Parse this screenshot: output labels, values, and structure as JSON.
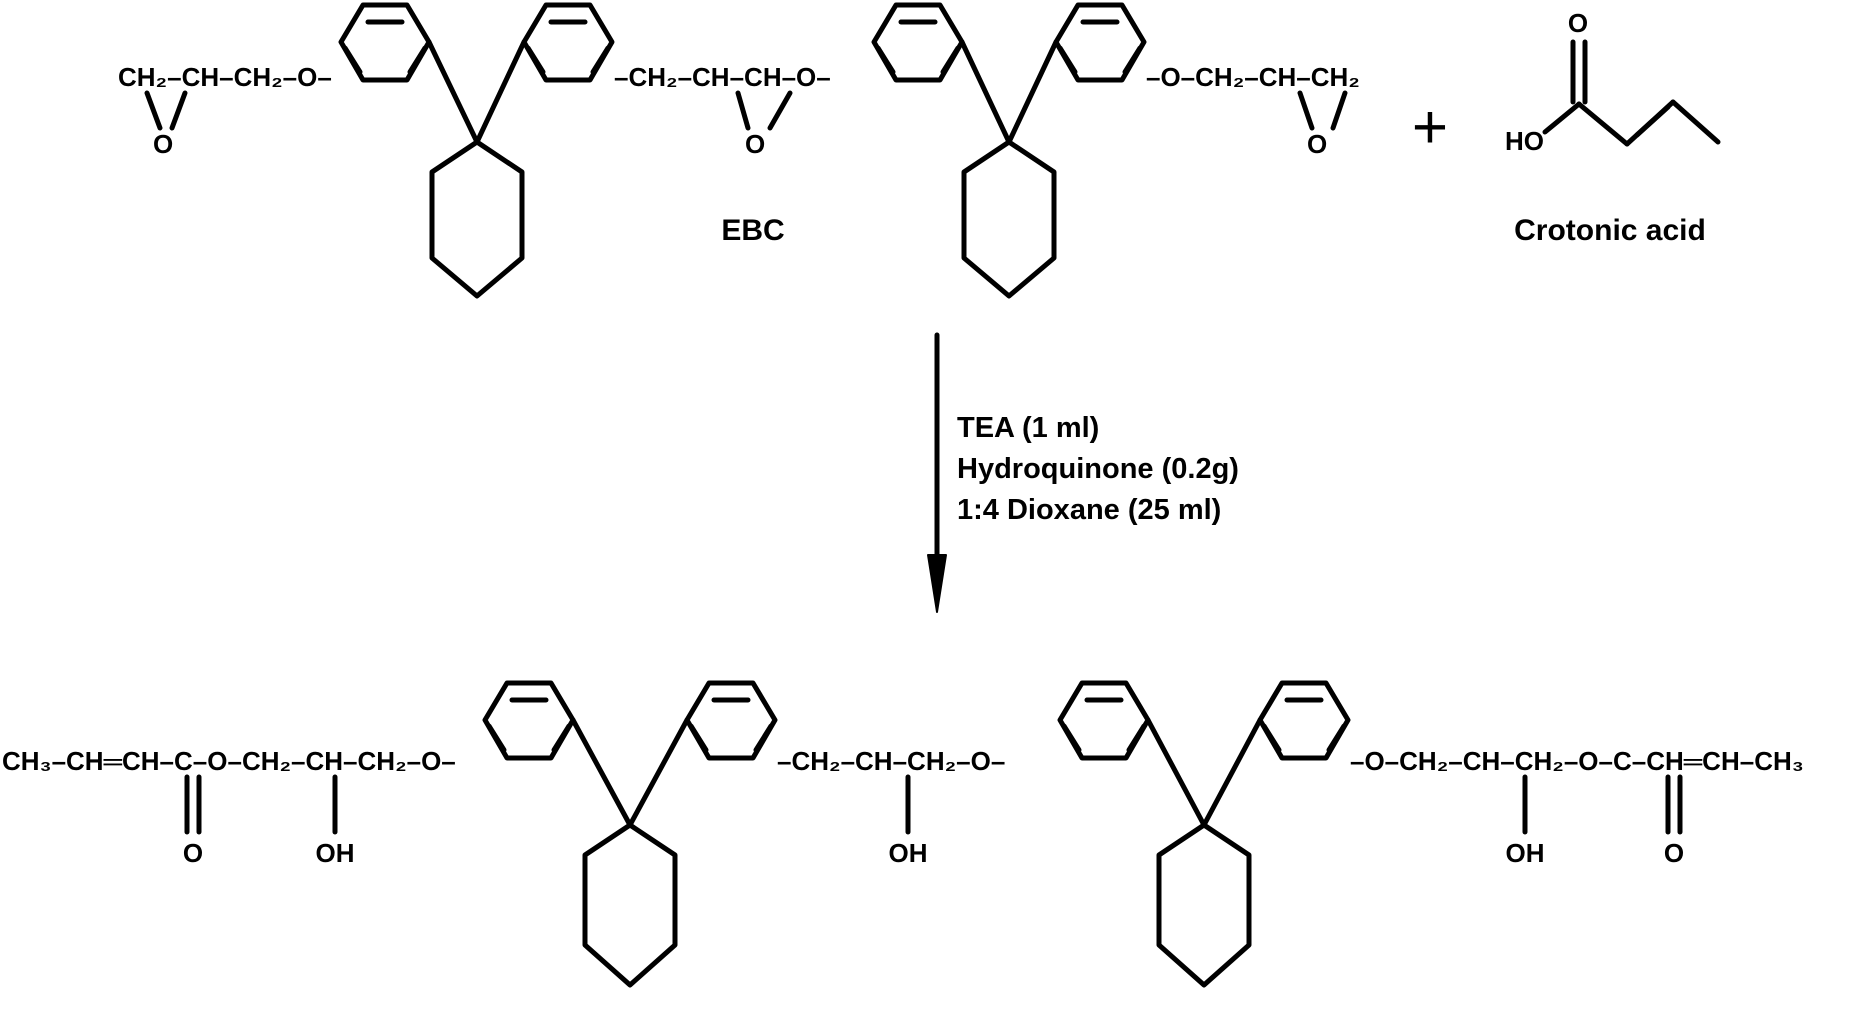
{
  "reactant_1": {
    "label": "EBC",
    "groups": [
      {
        "text": "CH₂–CH–CH₂–O–"
      },
      {
        "text": "O"
      },
      {
        "text": "–CH₂–CH–CH–O–"
      },
      {
        "text": "O"
      },
      {
        "text": "–O–CH₂–CH–CH₂"
      },
      {
        "text": "O"
      }
    ]
  },
  "plus": "+",
  "reactant_2": {
    "label": "Crotonic acid",
    "groups": [
      {
        "text": "O"
      },
      {
        "text": "HO"
      }
    ]
  },
  "conditions": [
    {
      "text": "TEA (1 ml)"
    },
    {
      "text": "Hydroquinone (0.2g)"
    },
    {
      "text": "1:4 Dioxane (25 ml)"
    }
  ],
  "product": {
    "groups": [
      {
        "text": "CH₃–CH═CH–C–O–CH₂–CH–CH₂–O–"
      },
      {
        "text": "O"
      },
      {
        "text": "OH"
      },
      {
        "text": "–CH₂–CH–CH₂–O–"
      },
      {
        "text": "OH"
      },
      {
        "text": "–O–CH₂–CH–CH₂–O–C–CH═CH–CH₃"
      },
      {
        "text": "OH"
      },
      {
        "text": "O"
      }
    ]
  }
}
